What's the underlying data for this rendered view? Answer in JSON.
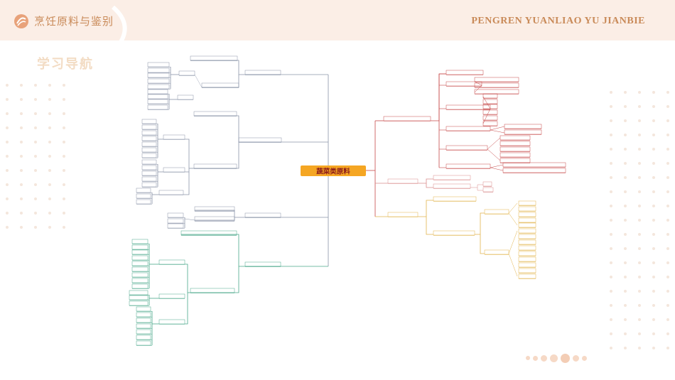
{
  "header": {
    "brand_cn": "烹饪原料与鉴别",
    "brand_en": "PENGREN YUANLIAO YU JIANBIE"
  },
  "nav_title": "学习导航",
  "mindmap": {
    "root": "蔬菜类原料",
    "colors": {
      "root_fill": "#f5a623",
      "root_text": "#8b1a1a",
      "left": "#8a94a8",
      "right_top": "#c74a4a",
      "right_mid": "#d98c8c",
      "right_bot": "#e2b44d",
      "leaf_green": "#4aa88a"
    }
  }
}
